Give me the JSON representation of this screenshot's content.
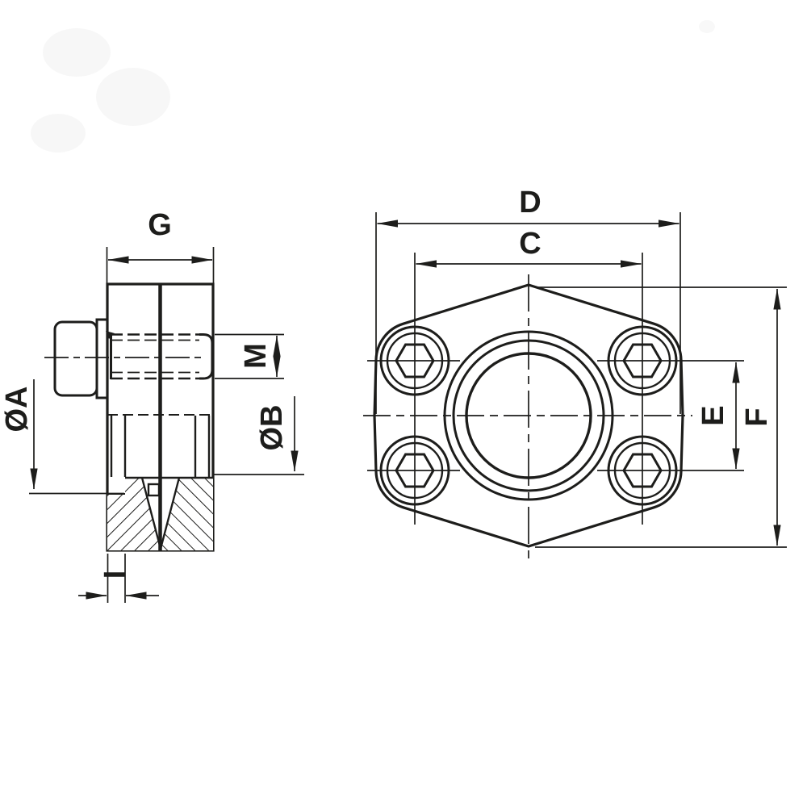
{
  "figure": {
    "background": "#ffffff",
    "ink": "#1d1d1b",
    "side_view": {
      "dim_width_top": "G",
      "dim_thread": "M",
      "dim_dia_a": "ØA",
      "dim_dia_b": "ØB",
      "dim_wall_bottom": "I"
    },
    "front_view": {
      "dim_overall_width": "D",
      "dim_bolt_span_horizontal": "C",
      "dim_bolt_span_vertical": "E",
      "dim_overall_height": "F"
    }
  }
}
